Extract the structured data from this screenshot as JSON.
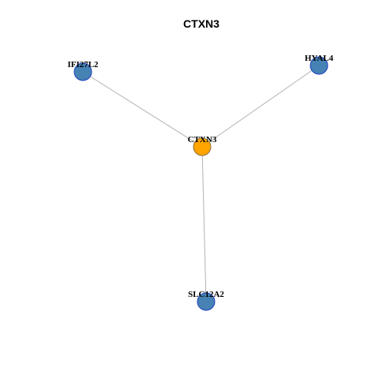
{
  "title": "CTXN3",
  "colors": {
    "center_node": "#FFA500",
    "center_border": "#8B6F3A",
    "leaf_node": "#4682B4",
    "leaf_border": "#1F3FBF",
    "edge": "#B3B3B3"
  },
  "nodes": [
    {
      "id": "CTXN3",
      "label": "CTXN3",
      "role": "center"
    },
    {
      "id": "IFI27L2",
      "label": "IFI27L2",
      "role": "leaf"
    },
    {
      "id": "HYAL4",
      "label": "HYAL4",
      "role": "leaf"
    },
    {
      "id": "SLC12A2",
      "label": "SLC12A2",
      "role": "leaf"
    }
  ],
  "edges": [
    {
      "source": "CTXN3",
      "target": "IFI27L2"
    },
    {
      "source": "CTXN3",
      "target": "HYAL4"
    },
    {
      "source": "CTXN3",
      "target": "SLC12A2"
    }
  ]
}
